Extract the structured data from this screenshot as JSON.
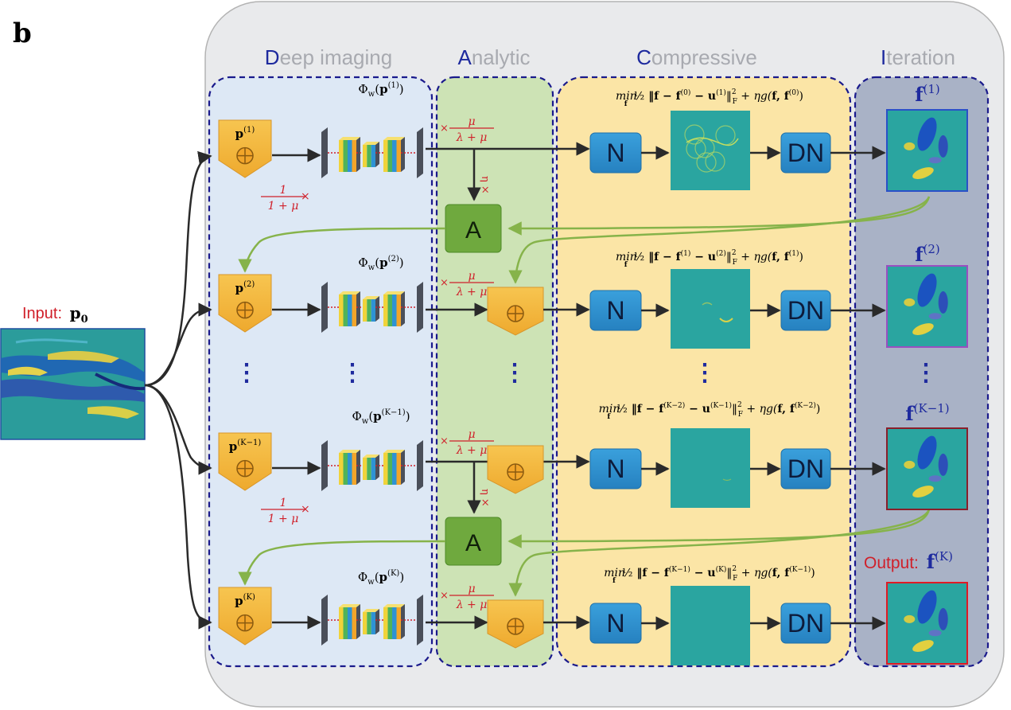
{
  "panel_label": "b",
  "sections": {
    "deep_imaging": {
      "initial": "D",
      "rest": "eep imaging"
    },
    "analytic": {
      "initial": "A",
      "rest": "nalytic"
    },
    "compressive": {
      "initial": "C",
      "rest": "ompressive"
    },
    "iteration": {
      "initial": "I",
      "rest": "teration"
    }
  },
  "input": {
    "label": "Input:",
    "symbol": "p",
    "subscript": "0"
  },
  "output": {
    "label": "Output:",
    "symbol": "f",
    "superscript": "(K)"
  },
  "rows": [
    {
      "p_sup": "(1)",
      "phi_sup": "(1)",
      "min_prev": "(0)",
      "min_u": "(1)",
      "g_arg": "(0)",
      "f_sup": "(1)"
    },
    {
      "p_sup": "(2)",
      "phi_sup": "(2)",
      "min_prev": "(1)",
      "min_u": "(2)",
      "g_arg": "(1)",
      "f_sup": "(2)"
    },
    {
      "p_sup": "(K−1)",
      "phi_sup": "(K−1)",
      "min_prev": "(K−2)",
      "min_u": "(K−1)",
      "g_arg": "(K−2)",
      "f_sup": "(K−1)"
    },
    {
      "p_sup": "(K)",
      "phi_sup": "(K)",
      "min_prev": "(K−1)",
      "min_u": "(K)",
      "g_arg": "(K−1)",
      "f_sup": "(K)"
    }
  ],
  "blocks": {
    "normalize": "N",
    "denoise": "DN",
    "analytic": "A",
    "oplus": "⊕"
  },
  "phi": "Φ",
  "phi_sub": "w",
  "coef_mu_num": "μ",
  "coef_mu_den": "λ + μ",
  "coef_1_num": "1",
  "coef_1_den": "1 + μ",
  "times": "×",
  "eta_times": "η ×",
  "dots": "⋮",
  "min_prefix": "min",
  "min_sub": "f",
  "half": "½",
  "colors": {
    "section_text": "#1e2a9e",
    "dash_border": "#1a1a8c",
    "deep_bg": "#dde8f5",
    "analytic_bg": "#cde3b5",
    "compressive_bg": "#fbe5a6",
    "iteration_bg": "#a9b2c6",
    "outer_bg": "#e9eaec",
    "block_blue": "#2e93d4",
    "block_green": "#6fa93e",
    "pentagon": "#f4b63a",
    "red": "#d0202a",
    "arrow_green": "#86b34a"
  }
}
